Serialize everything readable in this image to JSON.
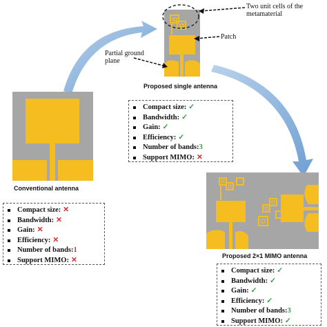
{
  "labels": {
    "unit_cells": "Two unit cells of the metamaterial",
    "patch": "Patch",
    "partial_ground": "Partial ground plane"
  },
  "captions": {
    "proposed_single": "Proposed single antenna",
    "conventional": "Conventional antenna",
    "proposed_mimo": "Proposed 2×1 MIMO antenna"
  },
  "conventional_features": [
    {
      "label": "Compact size:",
      "mark": "✕"
    },
    {
      "label": "Bandwidth:",
      "mark": "✕"
    },
    {
      "label": "Gain:",
      "mark": "✕"
    },
    {
      "label": "Efficiency:",
      "mark": "✕"
    },
    {
      "label": "Number of bands:",
      "value": "1"
    },
    {
      "label": "Support MIMO:",
      "mark": "✕"
    }
  ],
  "single_features": [
    {
      "label": "Compact size:",
      "mark": "✓"
    },
    {
      "label": "Bandwidth:",
      "mark": "✓"
    },
    {
      "label": "Gain:",
      "mark": "✓"
    },
    {
      "label": "Efficiency:",
      "mark": "✓"
    },
    {
      "label": "Number of bands:",
      "value": "3"
    },
    {
      "label": "Support MIMO:",
      "mark": "✕"
    }
  ],
  "mimo_features": [
    {
      "label": "Compact size:",
      "mark": "✓"
    },
    {
      "label": "Bandwidth:",
      "mark": "✓"
    },
    {
      "label": "Gain:",
      "mark": "✓"
    },
    {
      "label": "Efficiency:",
      "mark": "✓"
    },
    {
      "label": "Number of bands:",
      "value": "3"
    },
    {
      "label": "Support MIMO:",
      "mark": "✓"
    }
  ],
  "colors": {
    "substrate": "#a6a6a6",
    "copper": "#f5bd1f",
    "arrow": "#8eb4dc",
    "check": "#2e9e3e",
    "cross": "#e02b2b"
  }
}
